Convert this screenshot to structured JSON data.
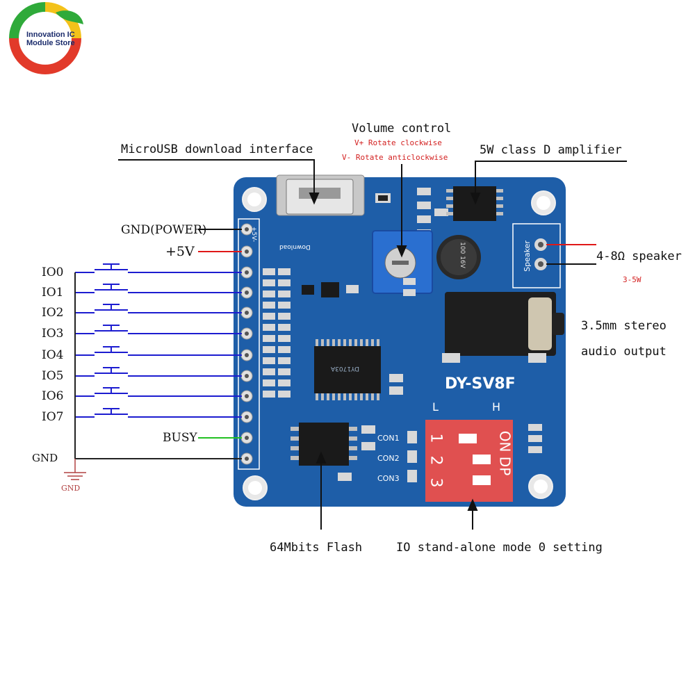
{
  "logo": {
    "line1": "Innovation IC",
    "line2": "Module Store"
  },
  "board": {
    "model": "DY-SV8F",
    "silk_power": "+5V-",
    "silk_download": "Download",
    "silk_speaker": "Speaker",
    "switch_low": "L",
    "switch_high": "H",
    "switch_on_dp": "ON DP",
    "switch_numbers": [
      "1",
      "2",
      "3"
    ],
    "con_labels": [
      "CON1",
      "CON2",
      "CON3"
    ],
    "chip_text": "DY1703A",
    "cap_text": "100 16V"
  },
  "labels": {
    "microusb": "MicroUSB download interface",
    "volume_title": "Volume control",
    "volume_cw": "V+ Rotate clockwise",
    "volume_ccw": "V- Rotate anticlockwise",
    "amplifier": "5W class D amplifier",
    "gnd_power": "GND(POWER)",
    "plus5v": "+5V",
    "speaker": "4-8Ω speaker",
    "speaker_power": "3-5W",
    "audio_line1": "3.5mm stereo",
    "audio_line2": "audio output",
    "busy": "BUSY",
    "gnd": "GND",
    "gnd_symbol": "GND",
    "flash": "64Mbits Flash",
    "mode_setting": "IO stand-alone mode 0 setting"
  },
  "io_pins": [
    "IO0",
    "IO1",
    "IO2",
    "IO3",
    "IO4",
    "IO5",
    "IO6",
    "IO7"
  ],
  "colors": {
    "board": "#1e5ea8",
    "wire_blue": "#1c1cd0",
    "wire_red": "#e01818",
    "wire_green": "#22c022",
    "switch_red": "#e05050"
  }
}
